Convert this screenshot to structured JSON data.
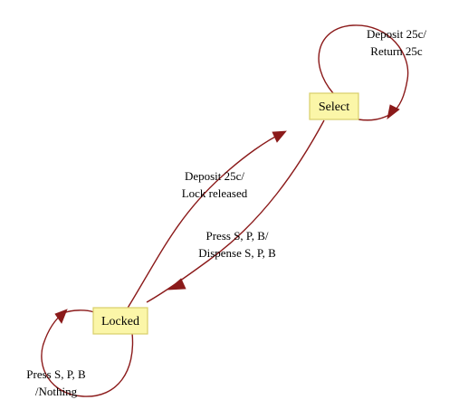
{
  "diagram": {
    "nodes": {
      "select": {
        "label": "Select"
      },
      "locked": {
        "label": "Locked"
      }
    },
    "edges": {
      "select_self": {
        "line1": "Deposit 25c/",
        "line2": "Return 25c"
      },
      "locked_to_select": {
        "line1": "Deposit 25c/",
        "line2": "Lock released"
      },
      "select_to_locked": {
        "line1": "Press S, P, B/",
        "line2": "Dispense S, P, B"
      },
      "locked_self": {
        "line1": "Press S, P, B",
        "line2": "/Nothing"
      }
    },
    "colors": {
      "node_fill": "#fbf6a8",
      "node_border": "#d9cf6a",
      "edge": "#8b1a1a"
    }
  }
}
